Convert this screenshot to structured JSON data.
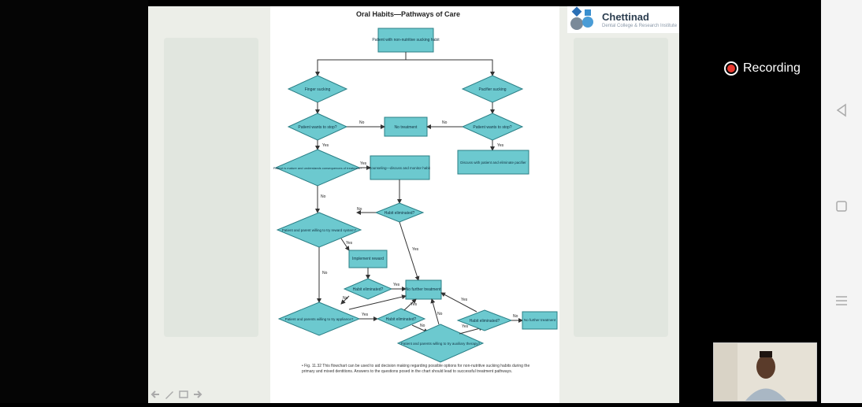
{
  "slide": {
    "title": "Oral Habits—Pathways of Care",
    "caption": "• Fig. 11.32  This flowchart can be used to aid decision making regarding possible options for non-nutritive sucking habits during the primary and mixed dentitions. Answers to the questions posed in the chart should lead to successful treatment pathways."
  },
  "logo": {
    "name": "Chettinad",
    "subtitle": "Dental College & Research Institute"
  },
  "recording": {
    "label": "Recording"
  },
  "flow": {
    "start": "Patient with non-nutritive sucking habit",
    "finger": "Finger sucking",
    "pacifier": "Pacifier sucking",
    "wants_stop_l": "Patient wants to stop?",
    "no_treatment": "No treatment",
    "wants_stop_r": "Patient wants to stop?",
    "mature": "Patient is mature and understands consequences of treatment?",
    "counseling": "Counseling—discuss and monitor habit",
    "discuss": "Discuss with patient and eliminate pacifier",
    "habit_elim_1": "Habit eliminated?",
    "reward_q": "Patient and parent willing to try reward system?",
    "implement": "Implement reward",
    "habit_elim_2": "Habit eliminated?",
    "no_further": "No further treatment",
    "appliance_q": "Patient and parents willing to try appliance?",
    "habit_elim_3": "Habit eliminated?",
    "habit_elim_4": "Habit eliminated?",
    "no_further_2": "No further treatment",
    "aux_q": "Patient and parents willing to try auxiliary therapy?",
    "yes": "Yes",
    "no": "No"
  }
}
